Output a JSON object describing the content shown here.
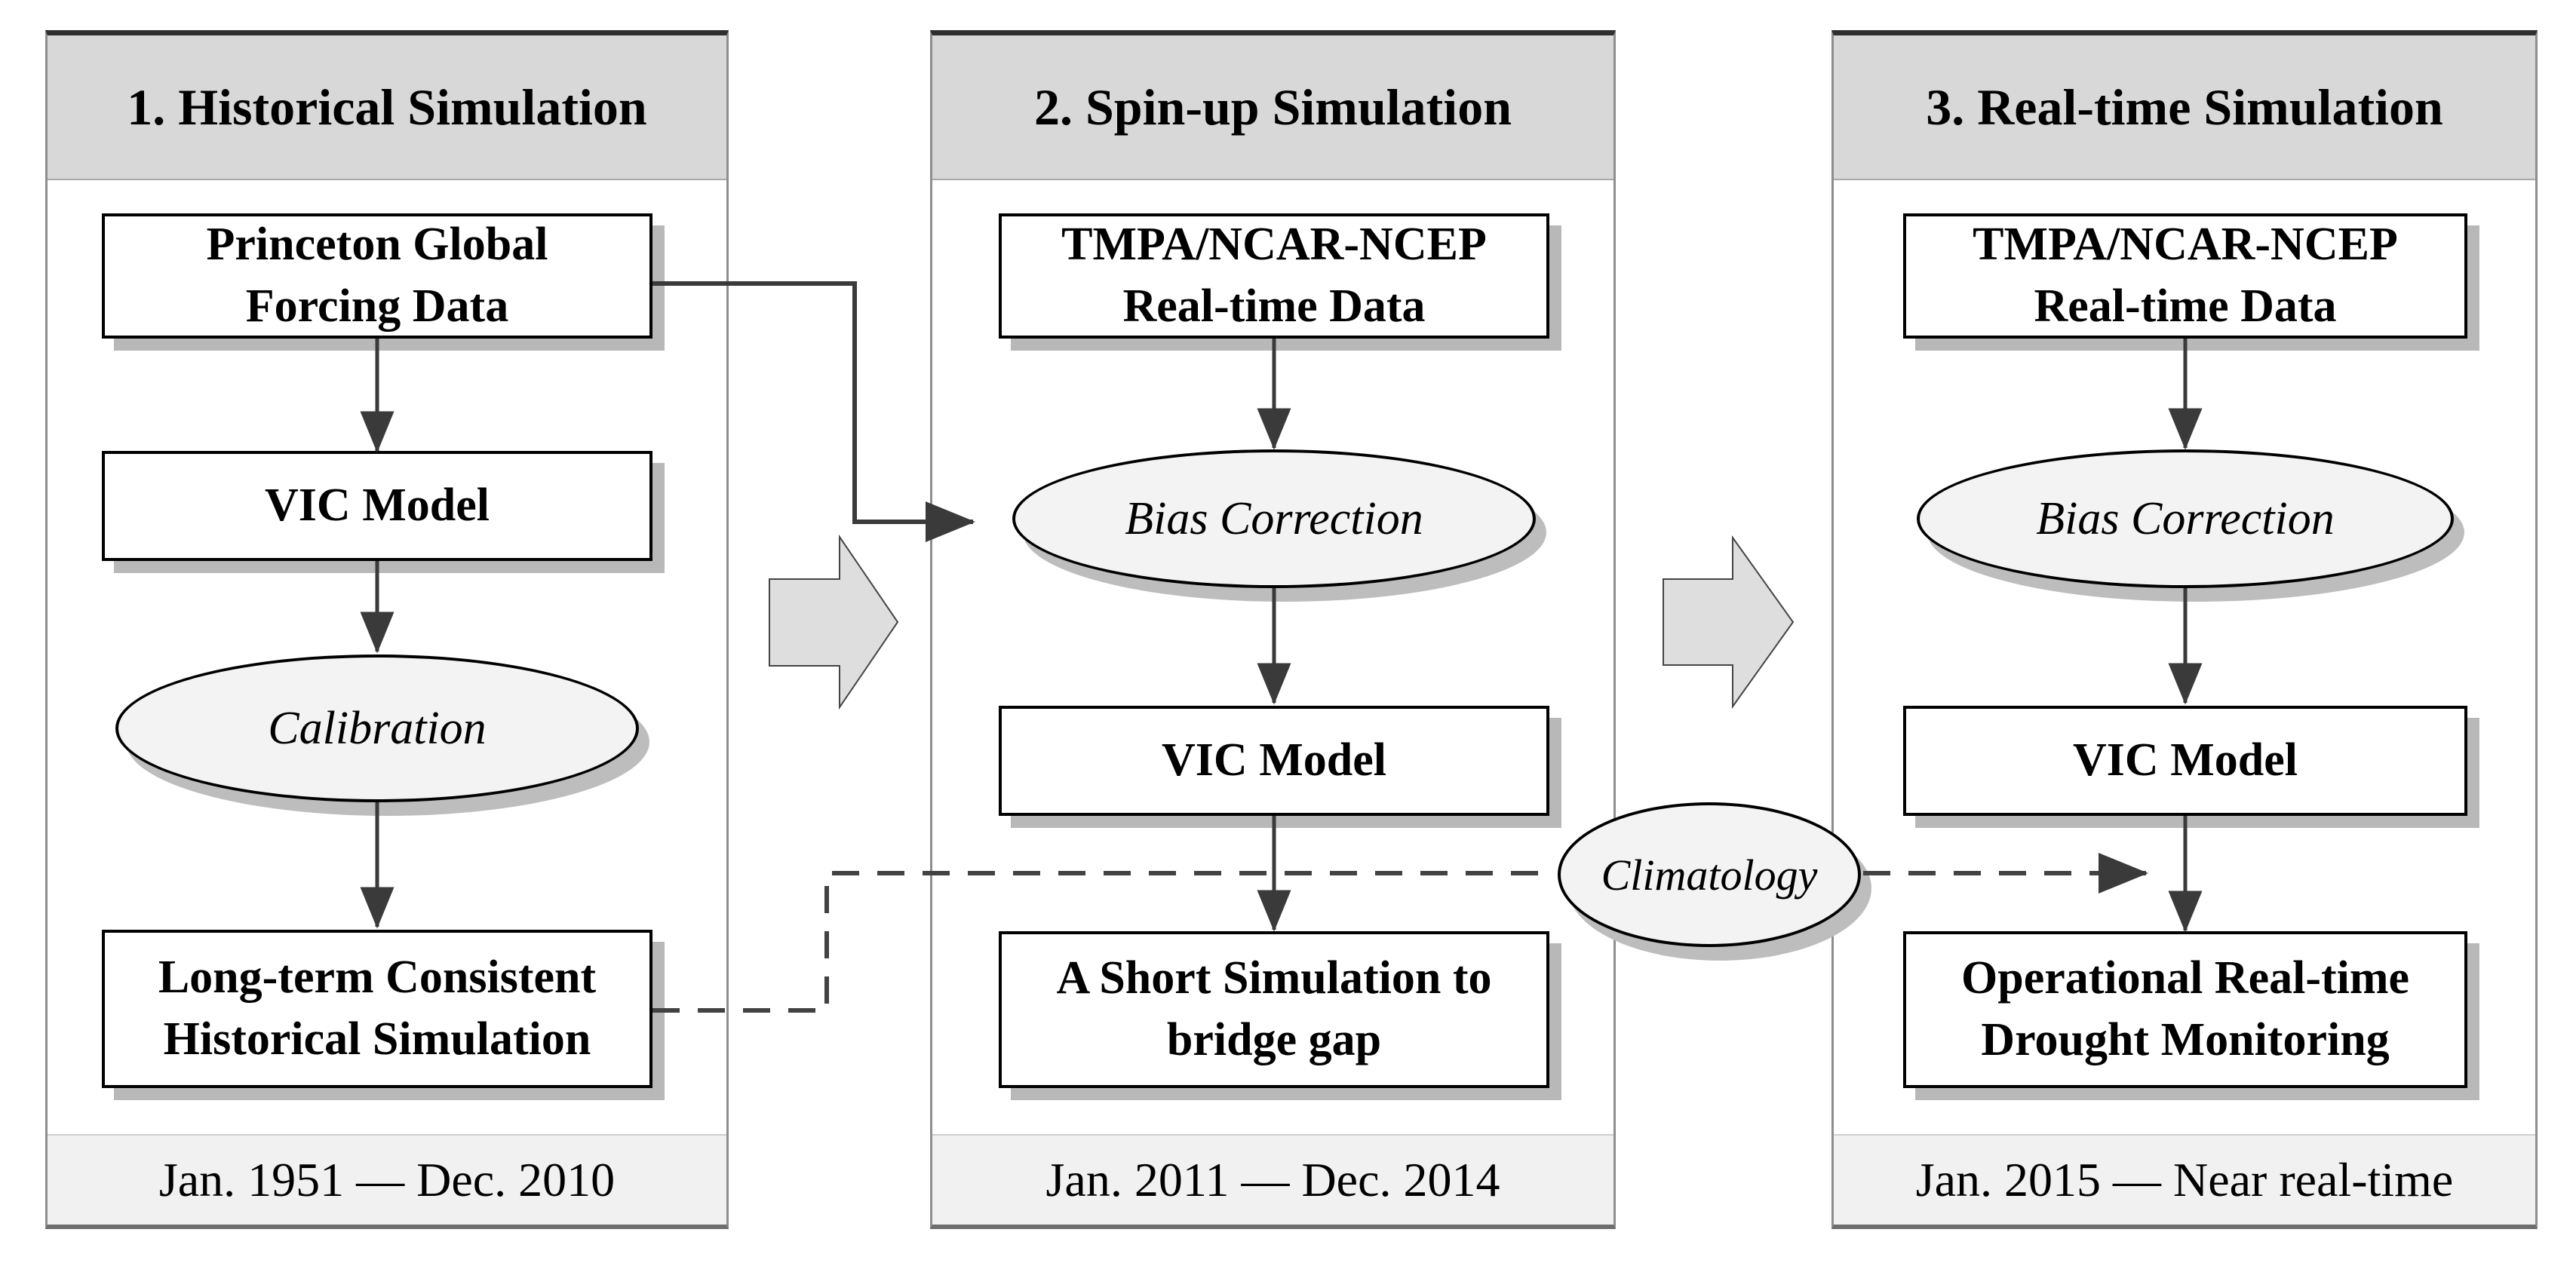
{
  "figure": {
    "panels": [
      {
        "title": "1. Historical Simulation",
        "date_range": "Jan. 1951 — Dec. 2010",
        "nodes": {
          "input": {
            "line1": "Princeton Global",
            "line2": "Forcing Data"
          },
          "model": {
            "line1": "VIC Model"
          },
          "process": {
            "line1": "Calibration"
          },
          "output": {
            "line1": "Long-term Consistent",
            "line2": "Historical Simulation"
          }
        }
      },
      {
        "title": "2. Spin-up Simulation",
        "date_range": "Jan. 2011 — Dec. 2014",
        "nodes": {
          "input": {
            "line1": "TMPA/NCAR-NCEP",
            "line2": "Real-time Data"
          },
          "process": {
            "line1": "Bias Correction"
          },
          "model": {
            "line1": "VIC Model"
          },
          "output": {
            "line1": "A Short Simulation to",
            "line2": "bridge gap"
          }
        }
      },
      {
        "title": "3. Real-time Simulation",
        "date_range": "Jan. 2015 — Near real-time",
        "nodes": {
          "input": {
            "line1": "TMPA/NCAR-NCEP",
            "line2": "Real-time Data"
          },
          "process": {
            "line1": "Bias Correction"
          },
          "model": {
            "line1": "VIC Model"
          },
          "output": {
            "line1": "Operational Real-time",
            "line2": "Drought Monitoring"
          }
        }
      }
    ],
    "shared": {
      "climatology_label": "Climatology"
    },
    "colors": {
      "header_bg": "#d8d8d8",
      "footer_bg": "#f1f1f1",
      "ellipse_bg": "#f3f3f3",
      "box_shadow": "#b8b8b8",
      "line": "#3a3a3a",
      "block_arrow_bg": "#dedede",
      "panel_border": "#8e8e8e"
    }
  }
}
